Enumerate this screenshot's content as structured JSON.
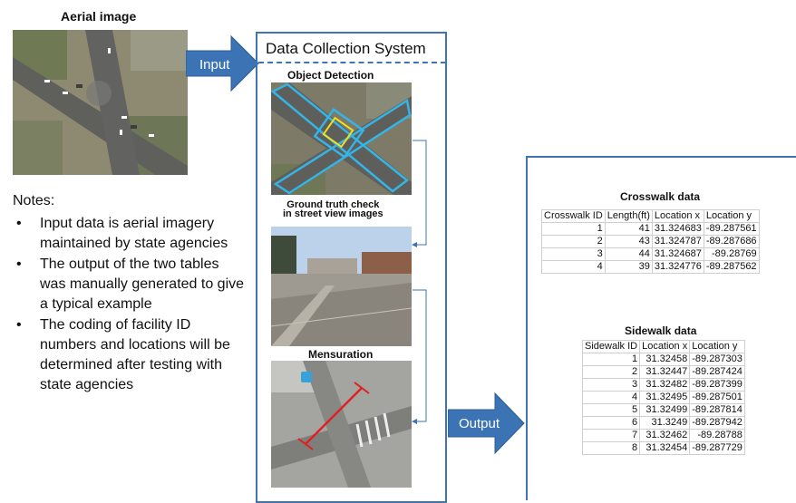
{
  "aerial": {
    "title": "Aerial image"
  },
  "notes": {
    "heading": "Notes:",
    "items": [
      "Input data is aerial imagery maintained by state agencies",
      "The output of the two tables was manually generated to give a typical example",
      "The coding of facility ID numbers and locations will be determined after testing with state agencies"
    ]
  },
  "input_label": "Input",
  "output_label": "Output",
  "system": {
    "title": "Data Collection System",
    "steps": {
      "object_detection": "Object Detection",
      "ground_truth_line1": "Ground truth check",
      "ground_truth_line2": "in street view images",
      "mensuration": "Mensuration"
    }
  },
  "crosswalk": {
    "title": "Crosswalk data",
    "headers": [
      "Crosswalk ID",
      "Length(ft)",
      "Location x",
      "Location y"
    ],
    "rows": [
      [
        "1",
        "41",
        "31.324683",
        "-89.287561"
      ],
      [
        "2",
        "43",
        "31.324787",
        "-89.287686"
      ],
      [
        "3",
        "44",
        "31.324687",
        "-89.28769"
      ],
      [
        "4",
        "39",
        "31.324776",
        "-89.287562"
      ]
    ]
  },
  "sidewalk": {
    "title": "Sidewalk data",
    "headers": [
      "Sidewalk ID",
      "Location x",
      "Location y"
    ],
    "rows": [
      [
        "1",
        "31.32458",
        "-89.287303"
      ],
      [
        "2",
        "31.32447",
        "-89.287424"
      ],
      [
        "3",
        "31.32482",
        "-89.287399"
      ],
      [
        "4",
        "31.32495",
        "-89.287501"
      ],
      [
        "5",
        "31.32499",
        "-89.287814"
      ],
      [
        "6",
        "31.3249",
        "-89.287942"
      ],
      [
        "7",
        "31.32462",
        "-89.28788"
      ],
      [
        "8",
        "31.32454",
        "-89.287729"
      ]
    ]
  },
  "colors": {
    "accent": "#3e74b0",
    "arrow": "#3b73b5",
    "detection_box": "#35b4e6",
    "measure_line": "#e02020"
  }
}
